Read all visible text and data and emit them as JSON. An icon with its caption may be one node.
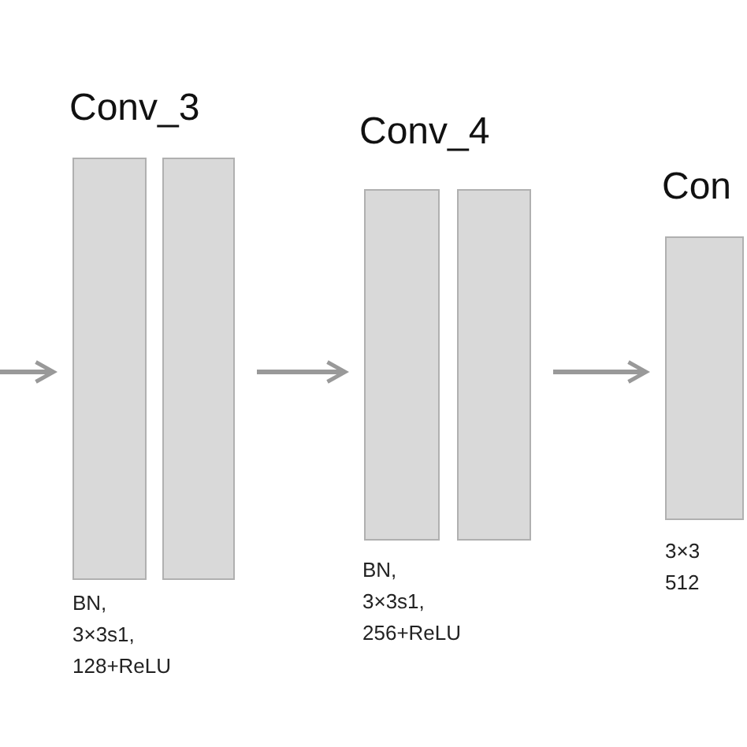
{
  "diagram": {
    "nodes": [
      {
        "text": [
          "Conv_3",
          "BN, 3×3s1, 128+ReLU"
        ]
      },
      {
        "text": [],
        "shape": "bar",
        "in": 0
      },
      {
        "text": [],
        "shape": "bar",
        "in": 0
      },
      {
        "text": [
          "Conv_4",
          "BN, 3×3s1, 256+ReLU"
        ]
      },
      {
        "text": [],
        "shape": "bar",
        "in": 3
      },
      {
        "text": [],
        "shape": "bar",
        "in": 3
      },
      {
        "text": [
          "Con",
          "3×3 512"
        ]
      },
      {
        "text": [],
        "shape": "bar",
        "in": 6
      }
    ],
    "edges": [
      {
        "from": null,
        "to": 0,
        "arrow": "to"
      },
      {
        "from": 0,
        "to": 3,
        "arrow": "to"
      },
      {
        "from": 3,
        "to": 6,
        "arrow": "to"
      }
    ]
  }
}
